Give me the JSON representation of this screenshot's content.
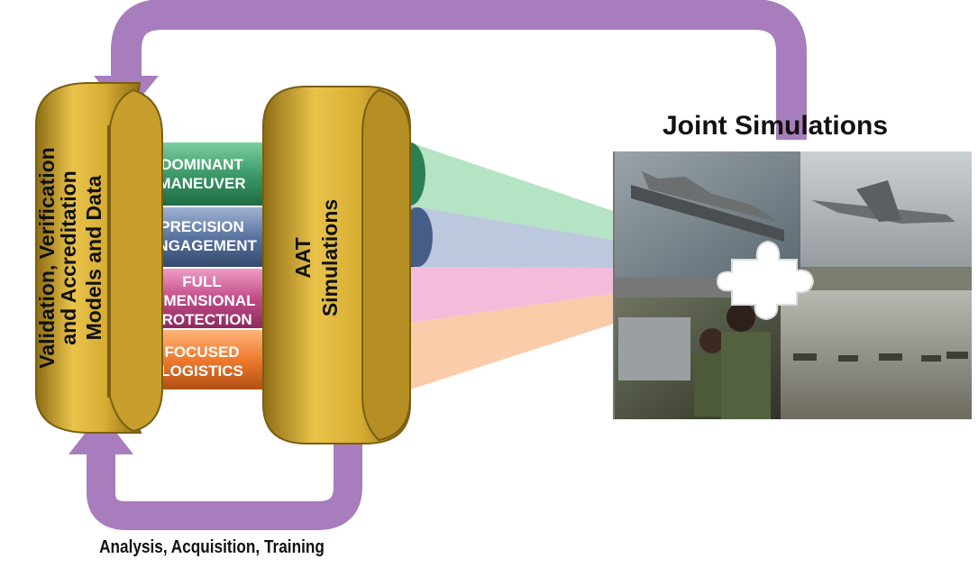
{
  "colors": {
    "arrow": "#A77DBD",
    "ring": "#D9B23C",
    "ring_dark": "#9C7A1E",
    "green": "#3D9A6A",
    "blue": "#5A74A0",
    "pink": "#C24C88",
    "orange": "#EE7A2E"
  },
  "left_ring": {
    "lines": [
      "Validation, Verification",
      "and Accreditation",
      "Models and Data"
    ]
  },
  "right_ring": {
    "lines": [
      "AAT",
      "Simulations"
    ]
  },
  "pillars": [
    {
      "line1": "DOMINANT",
      "line2": "MANEUVER",
      "line3": ""
    },
    {
      "line1": "PRECISION",
      "line2": "ENGAGEMENT",
      "line3": ""
    },
    {
      "line1": "FULL",
      "line2": "DIMENSIONAL",
      "line3": "PROTECTION"
    },
    {
      "line1": "FOCUSED",
      "line2": "LOGISTICS",
      "line3": ""
    }
  ],
  "joint_simulations": {
    "title": "Joint Simulations",
    "image_labels": [
      "ship-photo",
      "jet-photo",
      "operators-photo",
      "tanks-photo"
    ]
  },
  "caption": "Analysis, Acquisition, Training"
}
